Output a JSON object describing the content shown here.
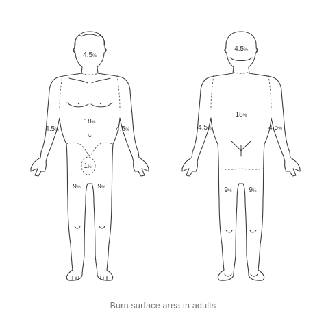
{
  "caption": "Burn surface area in adults",
  "unit": "%",
  "front": {
    "head": "4.5",
    "torso": "18",
    "left_arm": "4.5",
    "right_arm": "4.5",
    "genitals": "1",
    "left_leg": "9",
    "right_leg": "9"
  },
  "back": {
    "head": "4.5",
    "torso": "18",
    "left_arm": "4.5",
    "right_arm": "4.5",
    "left_leg": "9",
    "right_leg": "9"
  },
  "colors": {
    "outline": "#3a3a3a",
    "caption": "#7a7a7a"
  }
}
